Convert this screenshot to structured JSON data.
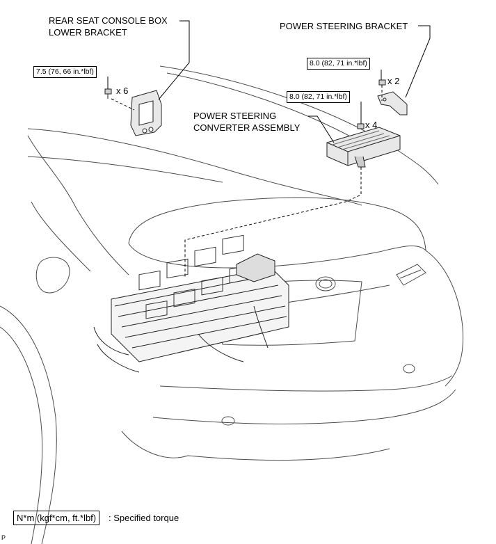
{
  "labels": {
    "rear_bracket_line1": "REAR SEAT CONSOLE BOX",
    "rear_bracket_line2": "LOWER BRACKET",
    "ps_bracket": "POWER STEERING BRACKET",
    "ps_converter_line1": "POWER STEERING",
    "ps_converter_line2": "CONVERTER ASSEMBLY"
  },
  "torques": {
    "rear_bracket": "7.5 (76, 66 in.*lbf)",
    "ps_bracket": "8.0 (82, 71 in.*lbf)",
    "ps_converter": "8.0 (82, 71 in.*lbf)"
  },
  "quantities": {
    "rear_bracket": "x 6",
    "ps_bracket": "x 2",
    "ps_converter": "x 4"
  },
  "legend": {
    "unit": "N*m (kgf*cm, ft.*lbf)",
    "meaning": ": Specified torque"
  },
  "corner_code": "P",
  "colors": {
    "line": "#000000",
    "light_line": "#555555",
    "part_fill": "#e8e8e8"
  }
}
